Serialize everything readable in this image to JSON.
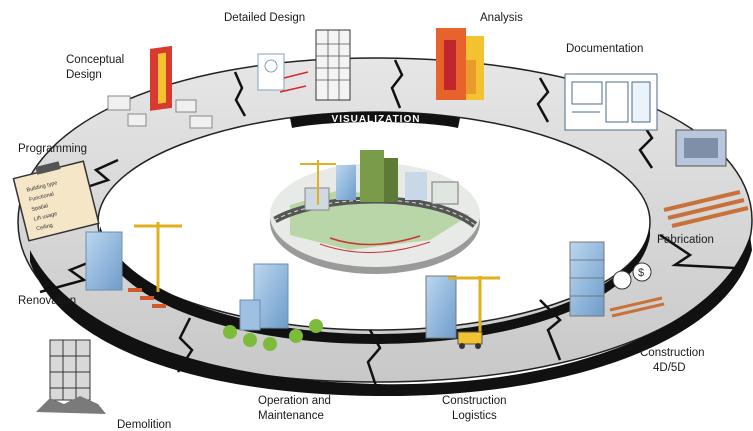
{
  "center_label": "VISUALIZATION",
  "stages": {
    "detailed_design": "Detailed Design",
    "analysis": "Analysis",
    "conceptual_design_1": "Conceptual",
    "conceptual_design_2": "Design",
    "documentation": "Documentation",
    "programming": "Programming",
    "fabrication": "Fabrication",
    "renovation": "Renovation",
    "construction_4d5d_1": "Construction",
    "construction_4d5d_2": "4D/5D",
    "demolition": "Demolition",
    "operation_1": "Operation and",
    "operation_2": "Maintenance",
    "construction_logistics_1": "Construction",
    "construction_logistics_2": "Logistics"
  },
  "checklist": [
    "Building type",
    "Functional",
    "Spatial",
    "Lift usage",
    "Ceiling"
  ],
  "colors": {
    "ring_fill": "#d9d9d9",
    "ring_edge": "#111111",
    "accent_red": "#d9262b",
    "accent_yellow": "#f2c230",
    "glass_blue": "#8db8e0"
  }
}
